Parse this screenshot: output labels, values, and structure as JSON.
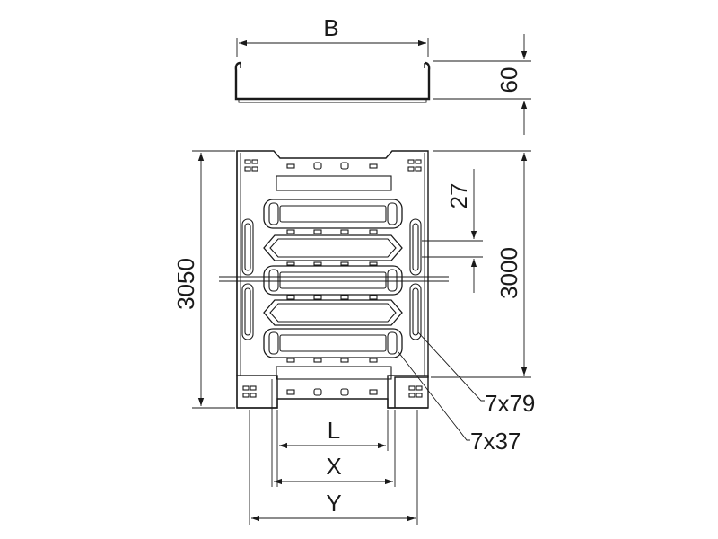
{
  "dimensions": {
    "width_label": "B",
    "height_label": "60",
    "total_length_label": "3050",
    "rung_length_label": "3000",
    "rung_pitch_label": "27",
    "slot_large_label": "7x79",
    "slot_small_label": "7x37",
    "l_label": "L",
    "x_label": "X",
    "y_label": "Y"
  }
}
